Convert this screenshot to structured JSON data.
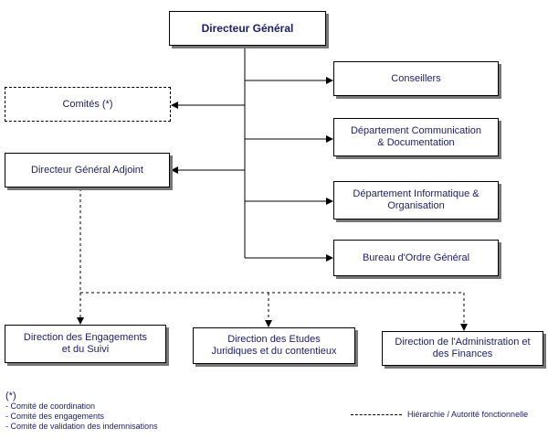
{
  "nodes": {
    "dg": "Directeur Général",
    "conseillers": "Conseillers",
    "comites": "Comités (*)",
    "dept_comm": "Département  Communication\n& Documentation",
    "dga": "Directeur Général Adjoint",
    "dept_info": "Département Informatique &\nOrganisation",
    "bureau": "Bureau d'Ordre Général",
    "dir_engagements": "Direction des Engagements\net du  Suivi",
    "dir_etudes": "Direction des Etudes\nJuridiques et du contentieux",
    "dir_admin": "Direction de l'Administration et\ndes Finances"
  },
  "footnote": {
    "marker": "(*)",
    "items": [
      "- Comité de coordination",
      "- Comité des engagements",
      "- Comité de validation des indemnisations"
    ]
  },
  "legend": {
    "label": "Hiérarchie / Autorité fonctionnelle"
  }
}
